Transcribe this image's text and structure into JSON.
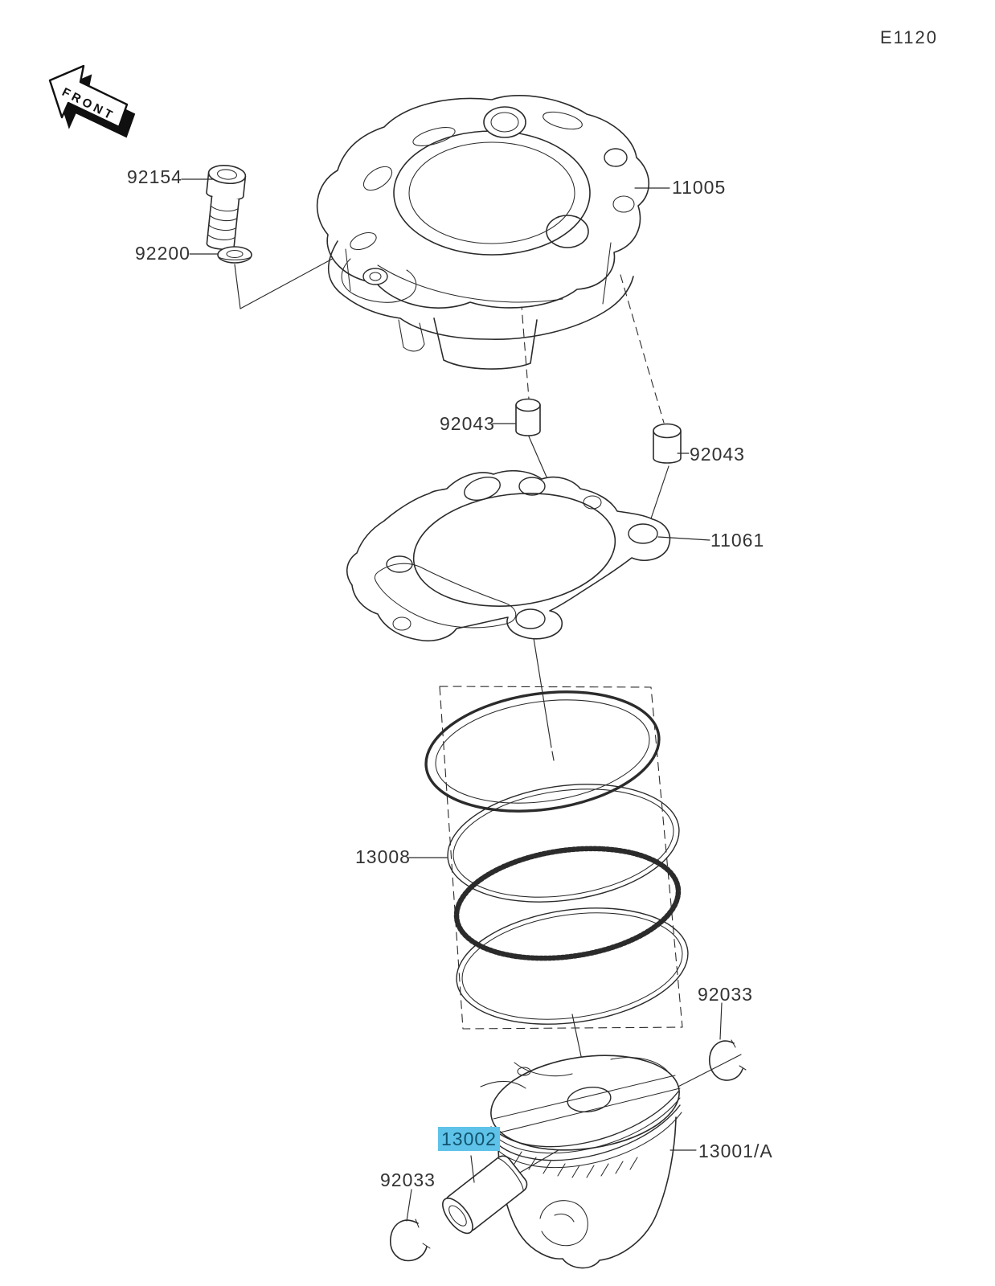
{
  "diagram": {
    "code": "E1120",
    "front_label": "FRONT",
    "colors": {
      "background": "#ffffff",
      "line": "#2b2b2b",
      "label_text": "#333333",
      "highlight_bg": "#5fc3e9",
      "highlight_text": "#11536e"
    },
    "parts": [
      {
        "label": "92154",
        "highlighted": false
      },
      {
        "label": "92200",
        "highlighted": false
      },
      {
        "label": "11005",
        "highlighted": false
      },
      {
        "label": "92043",
        "highlighted": false
      },
      {
        "label": "92043",
        "highlighted": false
      },
      {
        "label": "11061",
        "highlighted": false
      },
      {
        "label": "13008",
        "highlighted": false
      },
      {
        "label": "92033",
        "highlighted": false
      },
      {
        "label": "13002",
        "highlighted": true
      },
      {
        "label": "92033",
        "highlighted": false
      },
      {
        "label": "13001/A",
        "highlighted": false
      }
    ]
  }
}
